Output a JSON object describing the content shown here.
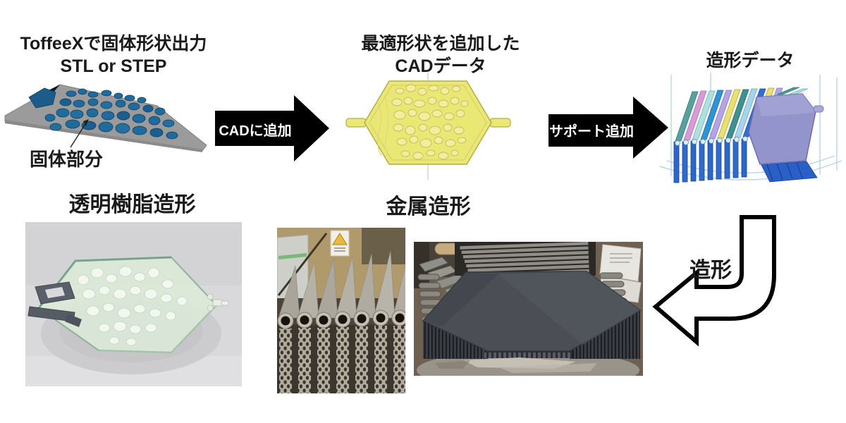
{
  "flow": {
    "step1": {
      "title": "ToffeeXで固体形状出力",
      "subtitle": "STL or STEP",
      "callout": "固体部分"
    },
    "arrow_cad": {
      "label": "CADに追加"
    },
    "step2": {
      "title": "最適形状を追加した",
      "subtitle": "CADデータ"
    },
    "arrow_support": {
      "label": "サポート追加"
    },
    "step3": {
      "title": "造形データ"
    },
    "arrow_build": {
      "label": "造形"
    },
    "result_resin": {
      "title": "透明樹脂造形"
    },
    "result_metal": {
      "title": "金属造形"
    }
  },
  "colors": {
    "arrow_fill": "#000000",
    "arrow_text": "#ffffff",
    "solid_blue": "#1f6b9e",
    "plate_gray": "#9b9b9b",
    "cad_yellow": "#eae875",
    "support_blue": "#2b66c8",
    "model_purple": "#9494cd",
    "resin_green": "#dcead8",
    "metal_gray": "#4b4f55"
  }
}
